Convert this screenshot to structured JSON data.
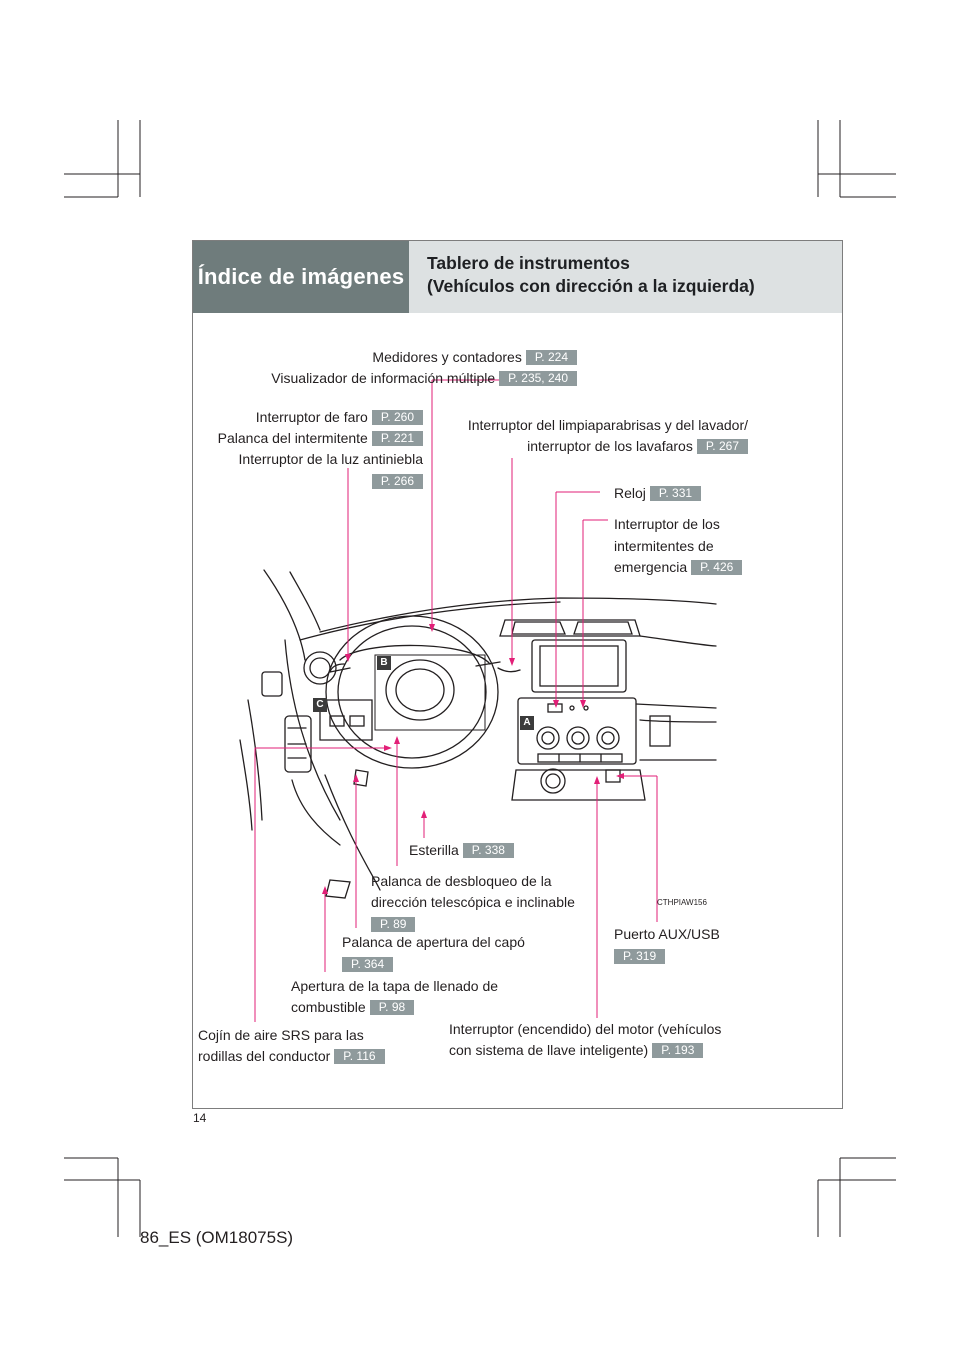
{
  "header": {
    "section": "Índice de imágenes",
    "title_line1": "Tablero de instrumentos",
    "title_line2": "(Vehículos con dirección a la izquierda)"
  },
  "labels": {
    "medidores": {
      "text": "Medidores y contadores",
      "page": "P. 224"
    },
    "visualizador": {
      "text": "Visualizador de información múltiple",
      "page": "P. 235, 240"
    },
    "faro": {
      "text": "Interruptor de faro",
      "page": "P. 260"
    },
    "intermitente": {
      "text": "Palanca del intermitente",
      "page": "P. 221"
    },
    "antiniebla": {
      "text": "Interruptor de la luz antiniebla",
      "page": "P. 266"
    },
    "limpia": {
      "line1": "Interruptor del limpiaparabrisas y del lavador/",
      "line2": "interruptor de los lavafaros",
      "page": "P. 267"
    },
    "reloj": {
      "text": "Reloj",
      "page": "P. 331"
    },
    "emergencia": {
      "line1": "Interruptor de los",
      "line2": "intermitentes de",
      "line3": "emergencia",
      "page": "P. 426"
    },
    "esterilla": {
      "text": "Esterilla",
      "page": "P. 338"
    },
    "desbloqueo": {
      "line1": "Palanca de desbloqueo de la",
      "line2": "dirección telescópica e inclinable",
      "page": "P. 89"
    },
    "capo": {
      "text": "Palanca de apertura del capó",
      "page": "P. 364"
    },
    "combustible": {
      "line1": "Apertura de la tapa de llenado de",
      "line2": "combustible",
      "page": "P. 98"
    },
    "cojin": {
      "line1": "Cojín de aire SRS para las",
      "line2": "rodillas del conductor",
      "page": "P. 116"
    },
    "aux": {
      "text": "Puerto AUX/USB",
      "page": "P. 319"
    },
    "motor": {
      "line1": "Interruptor (encendido) del motor (vehículos",
      "line2": "con sistema de llave inteligente)",
      "page": "P. 193"
    }
  },
  "figure": {
    "code": "CTHPIAW156",
    "badges": [
      "A",
      "B",
      "C"
    ]
  },
  "footer": {
    "page_number": "14",
    "doc_id": "86_ES (OM18075S)"
  }
}
